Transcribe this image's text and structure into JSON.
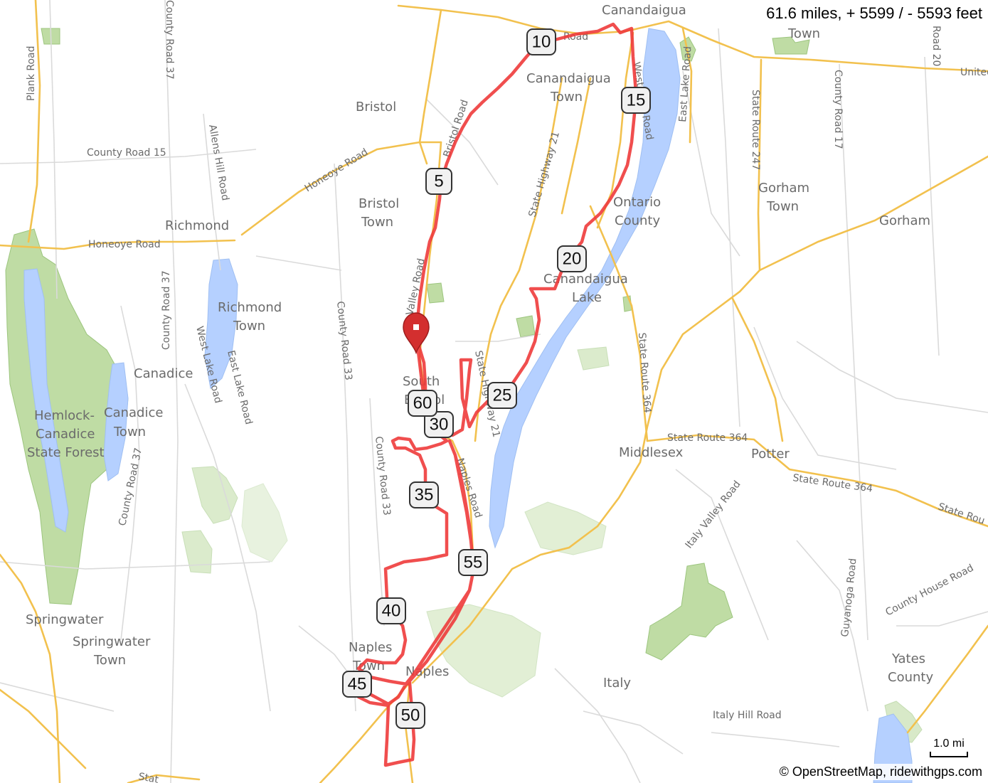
{
  "stats": {
    "text": "61.6 miles, + 5599 / - 5593 feet"
  },
  "attribution": "© OpenStreetMap, ridewithgps.com",
  "scale": {
    "label": "1.0 mi"
  },
  "colors": {
    "route": "#ee3b3b",
    "water": "#b5d0ff",
    "park": "#a8cf8a",
    "major_road": "#f2c14e",
    "minor_road": "#d9d9d9",
    "background": "#ffffff"
  },
  "start_marker_icon": "map-pin-icon",
  "places": {
    "canandaigua": "Canandaigua",
    "town_cut": "Town",
    "canandaigua_town_1": "Canandaigua",
    "canandaigua_town_2": "Town",
    "bristol": "Bristol",
    "bristol_town_1": "Bristol",
    "bristol_town_2": "Town",
    "richmond": "Richmond",
    "richmond_town_1": "Richmond",
    "richmond_town_2": "Town",
    "canadice": "Canadice",
    "canadice_town_1": "Canadice",
    "canadice_town_2": "Town",
    "hemlock_1": "Hemlock-",
    "hemlock_2": "Canadice",
    "hemlock_3": "State Forest",
    "south_bristol_1": "South",
    "south_bristol_2": "Bristol",
    "ontario_county_1": "Ontario",
    "ontario_county_2": "County",
    "canandaigua_lake_1": "Canandaigua",
    "canandaigua_lake_2": "Lake",
    "gorham_town_1": "Gorham",
    "gorham_town_2": "Town",
    "gorham": "Gorham",
    "middlesex": "Middlesex",
    "potter": "Potter",
    "springwater": "Springwater",
    "springwater_town_1": "Springwater",
    "springwater_town_2": "Town",
    "naples_town_1": "Naples",
    "naples_town_2": "Town",
    "naples": "Naples",
    "italy": "Italy",
    "yates_county_1": "Yates",
    "yates_county_2": "County"
  },
  "roads": {
    "plank_road": "Plank Road",
    "county_road_37_top": "County Road 37",
    "county_road_15": "County Road 15",
    "allens_hill_road": "Allens Hill Road",
    "honeoye_road_1": "Honeoye Road",
    "honeoye_road_2": "Honeoye Road",
    "county_road_37_mid": "County Road 37",
    "west_lake_road_1": "West Lake Road",
    "east_lake_road_1": "East Lake Road",
    "county_road_33_1": "County Road 33",
    "county_road_33_2": "County Road 33",
    "county_road_37_low": "County Road 37",
    "bristol_road": "Bristol Road",
    "road_top": "Road",
    "valley_road": "Valley Road",
    "state_highway_21_1": "State Highway 21",
    "state_highway_21_2": "State Highway 21",
    "naples_road": "Naples Road",
    "west_lake_road_2": "West Lake Road",
    "east_lake_road_2": "East Lake Road",
    "state_route_247": "State Route 247",
    "county_road_17": "County Road 17",
    "road_20": "Road 20",
    "united": "United",
    "state_route_364_1": "State Route 364",
    "state_route_364_2": "State Route 364",
    "state_route_364_3": "State Route 364",
    "state_route_right": "State Rou",
    "italy_valley_road": "Italy Valley Road",
    "guyanoga_road": "Guyanoga Road",
    "county_house_road": "County House Road",
    "italy_hill_road": "Italy Hill Road",
    "state_bottom": "Stat"
  },
  "route_markers": [
    "5",
    "10",
    "15",
    "20",
    "25",
    "30",
    "35",
    "40",
    "45",
    "50",
    "55",
    "60"
  ]
}
